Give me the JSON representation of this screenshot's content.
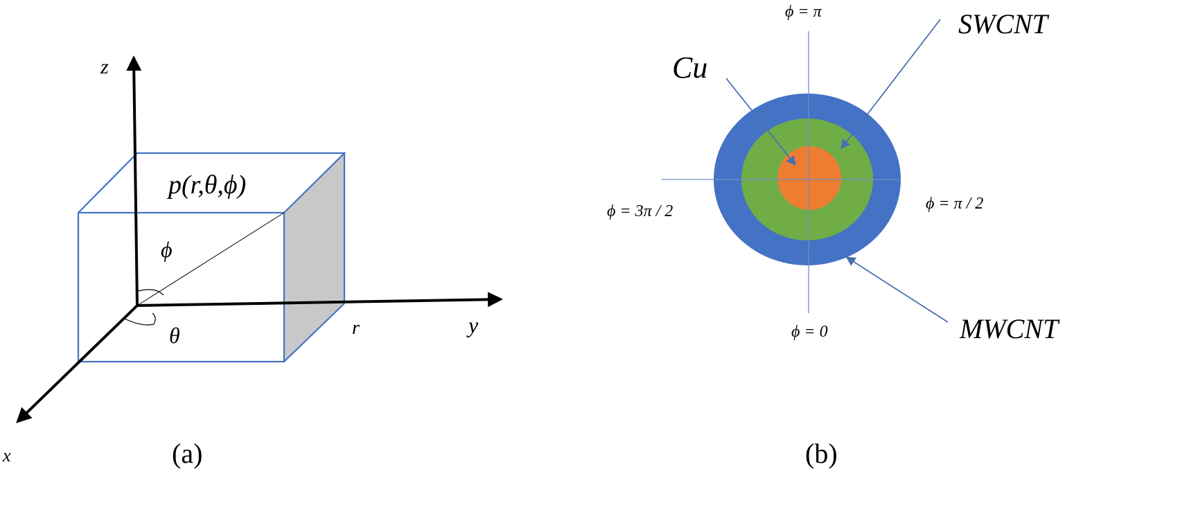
{
  "panel_a": {
    "caption": "(a)",
    "axis_labels": {
      "x": "x",
      "y": "y",
      "z": "z"
    },
    "point_label": "p(r,θ,ϕ)",
    "angle_phi": "ϕ",
    "angle_theta": "θ",
    "radius_label": "r"
  },
  "panel_b": {
    "caption": "(b)",
    "angle_labels": {
      "top": "ϕ = π",
      "right": "ϕ = π / 2",
      "bottom": "ϕ = 0",
      "left": "ϕ = 3π / 2"
    },
    "layers": [
      {
        "name": "MWCNT",
        "color": "#4472c4"
      },
      {
        "name": "SWCNT",
        "color": "#70ad47"
      },
      {
        "name": "Cu",
        "color": "#ed7d31"
      }
    ]
  },
  "colors": {
    "box_edge": "#4472c4",
    "shaded_face": "#c8c8c8",
    "pointer_arrow": "#4a6fb0",
    "crosshair": "#6f8fc8"
  }
}
